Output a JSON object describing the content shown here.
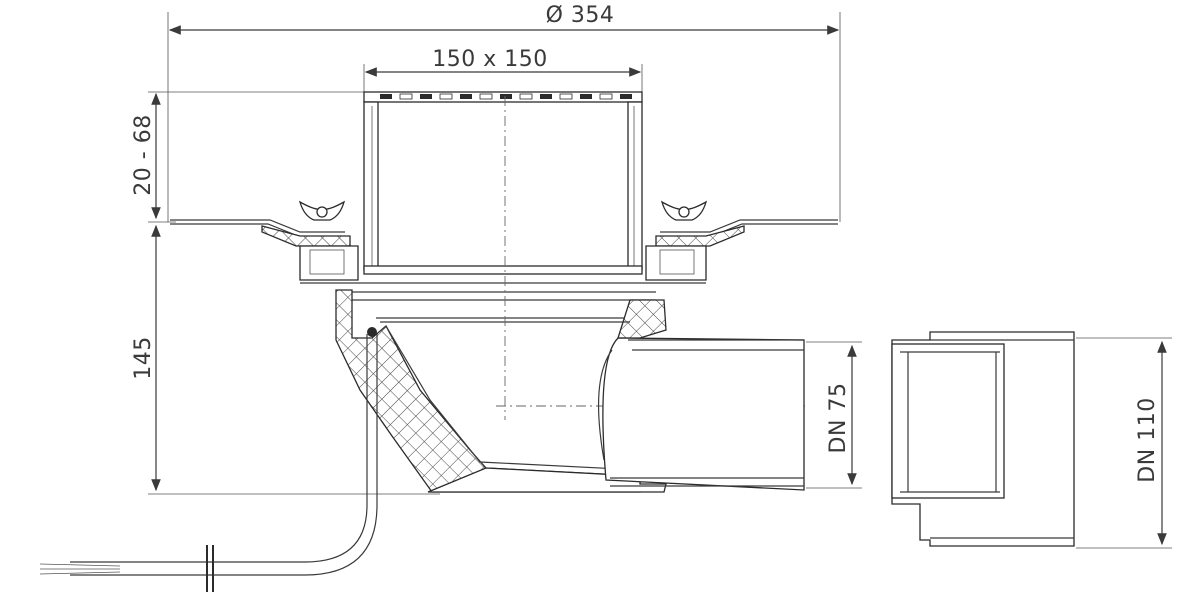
{
  "dimensions": {
    "overall_diameter": "Ø 354",
    "grate_size": "150 x 150",
    "height_adjust": "20 - 68",
    "body_height": "145",
    "outlet_small": "DN 75",
    "outlet_large": "DN 110"
  },
  "colors": {
    "line": "#3a3a3a",
    "background": "#ffffff"
  }
}
